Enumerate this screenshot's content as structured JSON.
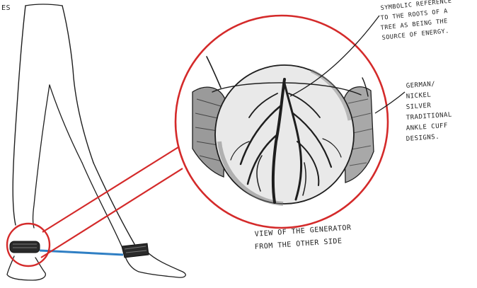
{
  "annotations": {
    "corner_fragment": "ES",
    "symbolic": [
      "SYMBOLIC REFERENCE",
      "TO THE ROOTS OF A",
      "TREE AS BEING THE",
      "SOURCE OF ENERGY."
    ],
    "material": [
      "GERMAN/",
      "NICKEL",
      "SILVER",
      "TRADITIONAL",
      "ANKLE CUFF",
      "DESIGNS."
    ],
    "view": [
      "VIEW OF THE GENERATOR",
      "FROM THE OTHER SIDE"
    ]
  },
  "colors": {
    "highlight_circle": "#d42a2a",
    "connector_cable": "#2f7fc4",
    "pencil": "#1e1e1e",
    "shading": "#555555"
  }
}
